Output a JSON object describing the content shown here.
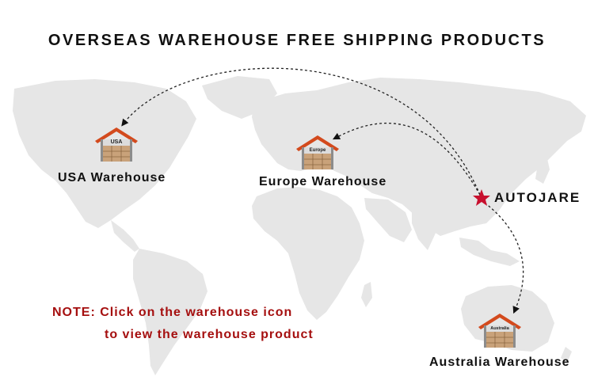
{
  "title": "OVERSEAS WAREHOUSE FREE SHIPPING PRODUCTS",
  "origin": {
    "label": "AUTOJARE",
    "marker_color": "#c8102e"
  },
  "warehouses": [
    {
      "id": "usa",
      "label": "USA Warehouse",
      "sign": "USA"
    },
    {
      "id": "europe",
      "label": "Europe Warehouse",
      "sign": "Europe"
    },
    {
      "id": "australia",
      "label": "Australia Warehouse",
      "sign": "Australia"
    }
  ],
  "note": {
    "line1": "NOTE: Click on the warehouse icon",
    "line2": "to view the warehouse product",
    "color": "#a50f0f"
  },
  "colors": {
    "map": "#e6e6e6",
    "roof": "#d34a1d",
    "route": "#222222"
  }
}
